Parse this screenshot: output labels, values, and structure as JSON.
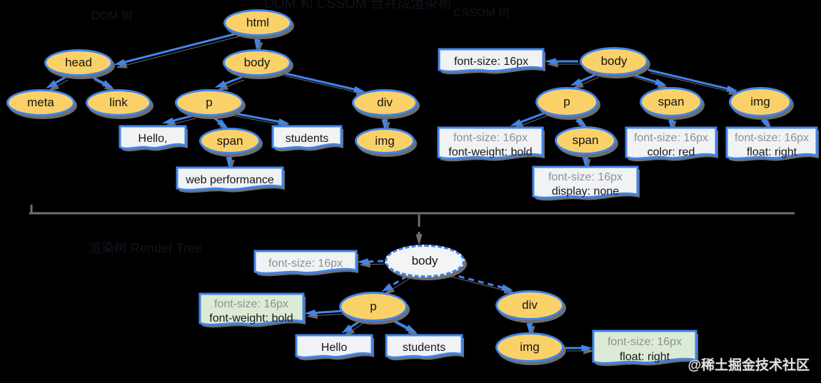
{
  "figure": {
    "clipped_title": "DOM 和 CSSOM 合并成渲染树",
    "dom_label": "DOM 树",
    "cssom_label": "CSSOM 树",
    "render_label": "渲染树 Render Tree",
    "watermark": "@稀土掘金技术社区"
  },
  "colors": {
    "background": "#000000",
    "node_fill": "#FAD169",
    "node_border": "#4184EC",
    "box_fill": "#F0F2F4",
    "box_green_fill": "#DCEBD5",
    "arrow": "#4184EC",
    "shadow": "#6D6D6D",
    "divider": "#6F6F6F",
    "muted_text": "#8D9196",
    "dark_text": "#17181A"
  },
  "dom_tree": {
    "html": "html",
    "head": "head",
    "body": "body",
    "meta": "meta",
    "link": "link",
    "p": "p",
    "div": "div",
    "span": "span",
    "img": "img",
    "text_hello": "Hello,",
    "text_students": "students",
    "text_web_performance": "web performance"
  },
  "cssom_tree": {
    "body": "body",
    "p": "p",
    "span": "span",
    "img": "img",
    "span_child": "span",
    "rule_body": "font-size: 16px",
    "rule_p": [
      "font-size: 16px",
      "font-weight: bold"
    ],
    "rule_span": [
      "font-size: 16px",
      "color: red"
    ],
    "rule_img": [
      "font-size: 16px",
      "float: right"
    ],
    "rule_span_child": [
      "font-size: 16px",
      "display: none"
    ]
  },
  "render_tree": {
    "body": "body",
    "p": "p",
    "div": "div",
    "img": "img",
    "text_hello": "Hello",
    "text_students": "students",
    "rule_body": "font-size: 16px",
    "rule_p": [
      "font-size: 16px",
      "font-weight: bold"
    ],
    "rule_img": [
      "font-size: 16px",
      "float: right"
    ]
  }
}
